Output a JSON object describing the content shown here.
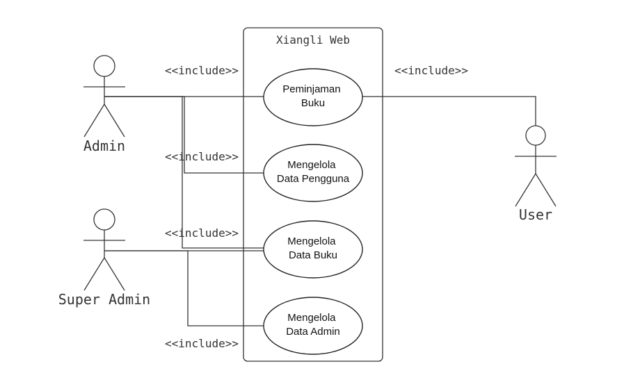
{
  "system": {
    "title": "Xiangli Web"
  },
  "actors": {
    "admin": "Admin",
    "super_admin": "Super Admin",
    "user": "User"
  },
  "use_cases": {
    "peminjaman_buku": [
      "Peminjaman",
      "Buku"
    ],
    "data_pengguna": [
      "Mengelola",
      "Data Pengguna"
    ],
    "data_buku": [
      "Mengelola",
      "Data Buku"
    ],
    "data_admin": [
      "Mengelola",
      "Data Admin"
    ]
  },
  "stereotypes": {
    "admin_peminjaman": "<<include>>",
    "admin_pengguna": "<<include>>",
    "admin_buku": "<<include>>",
    "superadmin_admin": "<<include>>",
    "user_peminjaman": "<<include>>"
  }
}
